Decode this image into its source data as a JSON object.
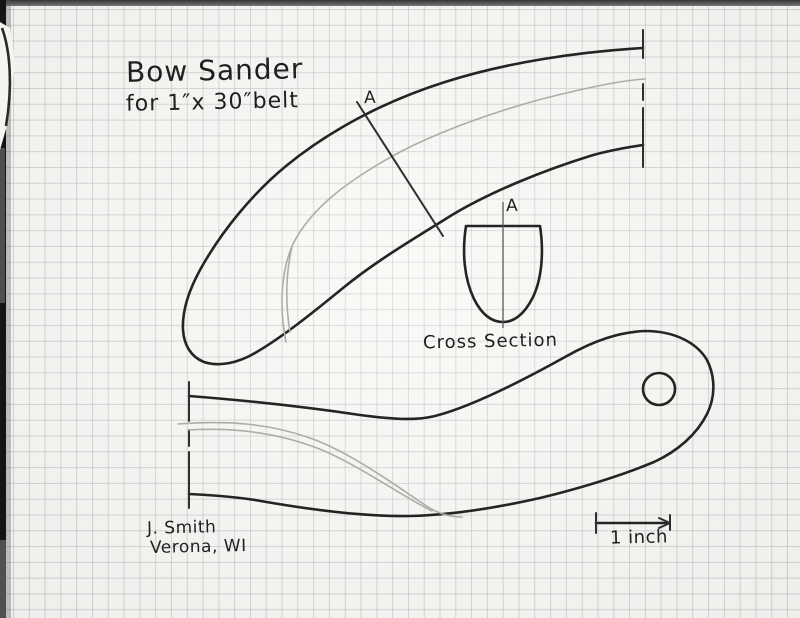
{
  "page": {
    "kind": "scanned hand-drawn woodworking plan on graph paper",
    "title": "Bow Sander",
    "subtitle": "for 1″x 30″belt",
    "section_marker_a": "A",
    "cross_section_marker_a": "A",
    "cross_section_caption": "Cross Section",
    "signature_name": "J. Smith",
    "signature_location": "Verona, WI",
    "scale_label": "1 inch"
  },
  "drawing": {
    "parts": [
      "upper-arm-side-profile",
      "cross-section-at-A",
      "lower-arm-top-profile-with-hole"
    ],
    "scale_bar_length_label": "1 inch"
  },
  "colors": {
    "paper": "#f8f7f3",
    "grid_line": "#8a90a2",
    "ink": "#242424",
    "pencil": "#aeaca6",
    "scan_edge_left": "#141414",
    "scan_edge_top": "#4a4a4c"
  }
}
